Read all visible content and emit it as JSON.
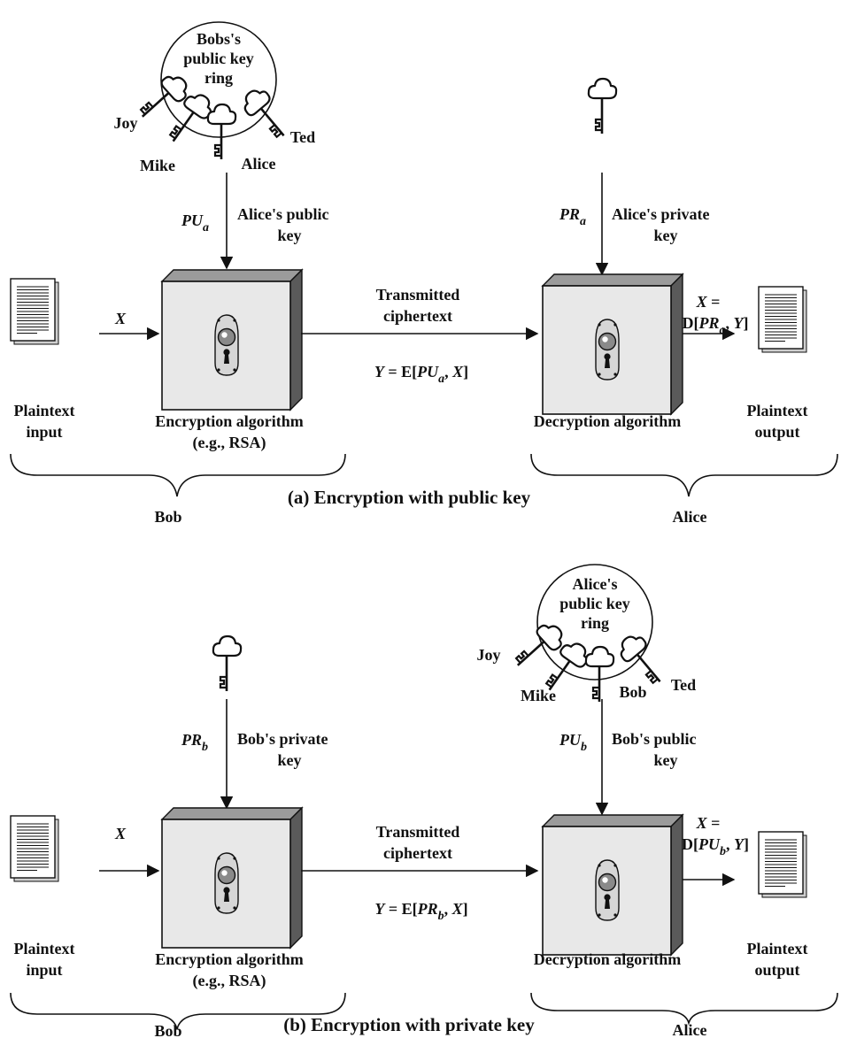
{
  "panel_a": {
    "caption": "(a) Encryption with public key",
    "keyring": {
      "title_line1": "Bobs's",
      "title_line2": "public key",
      "title_line3": "ring",
      "keys": [
        "Joy",
        "Mike",
        "Alice",
        "Ted"
      ]
    },
    "enc_key_symbol": "PU",
    "enc_key_sub": "a",
    "enc_key_label_line1": "Alice's public",
    "enc_key_label_line2": "key",
    "dec_key_symbol": "PR",
    "dec_key_sub": "a",
    "dec_key_label_line1": "Alice's private",
    "dec_key_label_line2": "key",
    "input_symbol": "X",
    "transmitted_line1": "Transmitted",
    "transmitted_line2": "ciphertext",
    "y_eq_pre": "Y",
    "y_eq_mid": " = E[",
    "y_eq_key": "PU",
    "y_eq_sub": "a",
    "y_eq_end_comma": ", ",
    "y_eq_x": "X",
    "y_eq_close": "]",
    "x_eq_line1_pre": "X",
    "x_eq_line1_post": " =",
    "x_eq_d": "D[",
    "x_eq_key": "PR",
    "x_eq_sub": "a",
    "x_eq_comma": ", ",
    "x_eq_y": "Y",
    "x_eq_close": "]",
    "plaintext_input_line1": "Plaintext",
    "plaintext_input_line2": "input",
    "enc_algo_line1": "Encryption algorithm",
    "enc_algo_line2": "(e.g., RSA)",
    "dec_algo": "Decryption algorithm",
    "plaintext_output_line1": "Plaintext",
    "plaintext_output_line2": "output",
    "left_party": "Bob",
    "right_party": "Alice"
  },
  "panel_b": {
    "caption": "(b) Encryption with private key",
    "keyring": {
      "title_line1": "Alice's",
      "title_line2": "public key",
      "title_line3": "ring",
      "keys": [
        "Joy",
        "Mike",
        "Bob",
        "Ted"
      ]
    },
    "enc_key_symbol": "PR",
    "enc_key_sub": "b",
    "enc_key_label_line1": "Bob's private",
    "enc_key_label_line2": "key",
    "dec_key_symbol": "PU",
    "dec_key_sub": "b",
    "dec_key_label_line1": "Bob's public",
    "dec_key_label_line2": "key",
    "input_symbol": "X",
    "transmitted_line1": "Transmitted",
    "transmitted_line2": "ciphertext",
    "y_eq_pre": "Y",
    "y_eq_mid": " = E[",
    "y_eq_key": "PR",
    "y_eq_sub": "b",
    "y_eq_end_comma": ", ",
    "y_eq_x": "X",
    "y_eq_close": "]",
    "x_eq_line1_pre": "X",
    "x_eq_line1_post": " =",
    "x_eq_d": "D[",
    "x_eq_key": "PU",
    "x_eq_sub": "b",
    "x_eq_comma": ", ",
    "x_eq_y": "Y",
    "x_eq_close": "]",
    "plaintext_input_line1": "Plaintext",
    "plaintext_input_line2": "input",
    "enc_algo_line1": "Encryption algorithm",
    "enc_algo_line2": "(e.g., RSA)",
    "dec_algo": "Decryption algorithm",
    "plaintext_output_line1": "Plaintext",
    "plaintext_output_line2": "output",
    "left_party": "Bob",
    "right_party": "Alice"
  }
}
